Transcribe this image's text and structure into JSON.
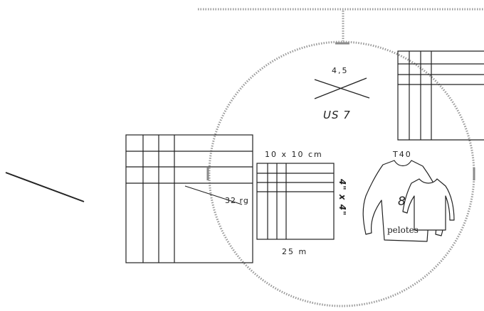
{
  "labels": {
    "needle_size_mm": "4,5",
    "needle_size_us": "US 7",
    "gauge_swatch": "10 x 10 cm",
    "gauge_imperial": "4\" x 4\"",
    "yarn_weight": "32 rg",
    "yarn_length": "25 m",
    "garment_size": "T40",
    "ball_count": "8",
    "ball_unit": "pelotes"
  },
  "colors": {
    "line": "#222222",
    "dial": "#9a9a9a",
    "tick": "#8a8a8a"
  }
}
